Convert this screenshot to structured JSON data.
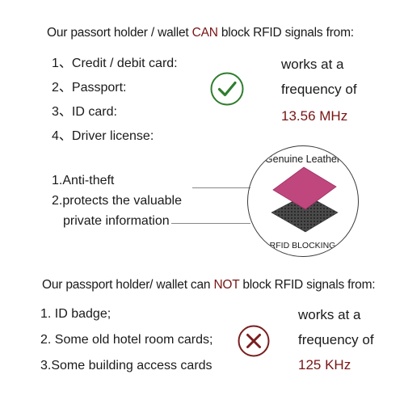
{
  "top": {
    "heading_pre": "Our passort holder / wallet ",
    "heading_emph": "CAN",
    "heading_post": " block RFID signals from:",
    "items": [
      "1、Credit / debit card:",
      "2、Passport:",
      "3、ID card:",
      "4、Driver license:"
    ],
    "freq_line1": "works at a",
    "freq_line2": "frequency of",
    "freq_value": "13.56 MHz",
    "check_icon": "check-circle-icon"
  },
  "middle": {
    "features": [
      "1.Anti-theft",
      "2.protects the valuable",
      "private information"
    ],
    "badge_top": "Genuine Leather",
    "badge_bottom": "RFID BLOCKING"
  },
  "bottom": {
    "heading_pre": "Our passport holder/ wallet can ",
    "heading_emph": "NOT",
    "heading_post": " block RFID signals from:",
    "items": [
      "1. ID badge;",
      "2. Some old hotel room cards;",
      "3.Some building access cards"
    ],
    "freq_line1": "works at a",
    "freq_line2": "frequency of",
    "freq_value": "125 KHz",
    "cross_icon": "x-circle-icon"
  },
  "colors": {
    "accent_red": "#7a1414",
    "check_green": "#2f7d2f",
    "cross_red": "#7a1e1e",
    "leather_pink": "#c0477e"
  }
}
